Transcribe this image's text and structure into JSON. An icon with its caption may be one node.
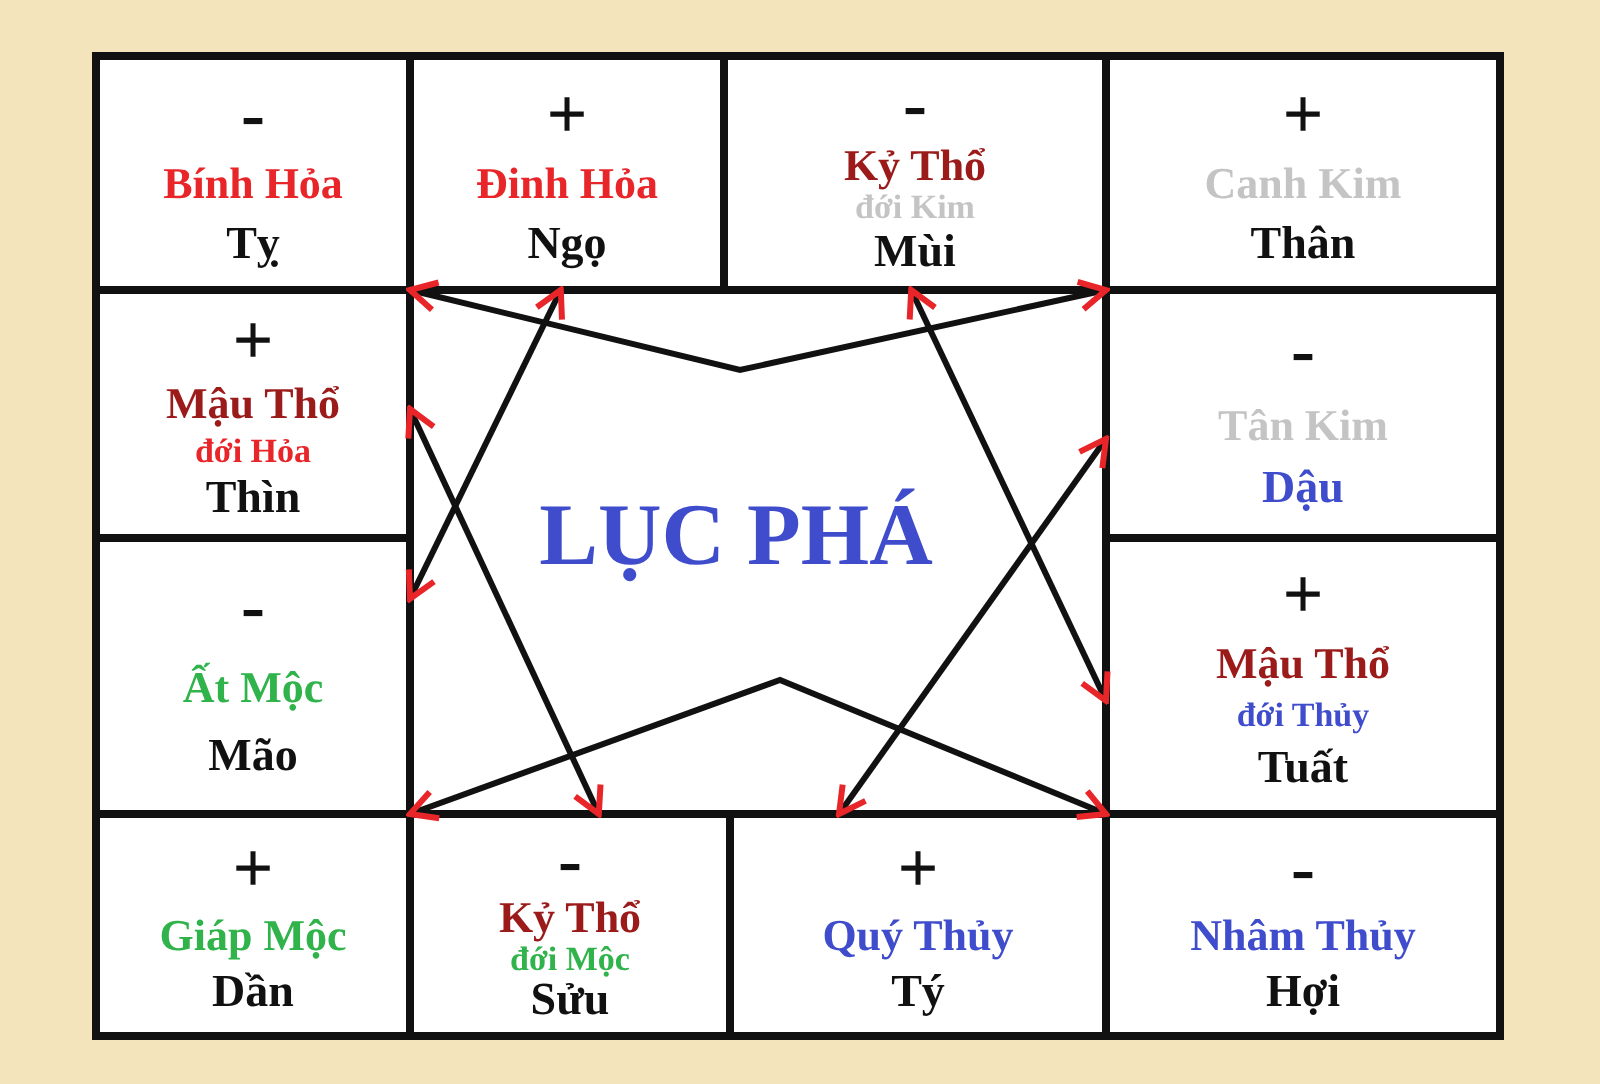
{
  "diagram": {
    "title": "LỤC PHÁ",
    "nodes": [
      {
        "text": [
          "-",
          "Bính Hỏa",
          "Tỵ"
        ]
      },
      {
        "text": [
          "+",
          "Đinh Hỏa",
          "Ngọ"
        ]
      },
      {
        "text": [
          "-",
          "Kỷ Thổ",
          "đới Kim",
          "Mùi"
        ]
      },
      {
        "text": [
          "+",
          "Canh Kim",
          "Thân"
        ]
      },
      {
        "text": [
          "+",
          "Mậu Thổ",
          "đới Hỏa",
          "Thìn"
        ]
      },
      {
        "text": [
          "-",
          "Tân Kim",
          "Dậu"
        ]
      },
      {
        "text": [
          "-",
          "Ất Mộc",
          "Mão"
        ]
      },
      {
        "text": [
          "+",
          "Mậu Thổ",
          "đới Thủy",
          "Tuất"
        ]
      },
      {
        "text": [
          "+",
          "Giáp Mộc",
          "Dần"
        ]
      },
      {
        "text": [
          "-",
          "Kỷ Thổ",
          "đới Mộc",
          "Sửu"
        ]
      },
      {
        "text": [
          "+",
          "Quý Thủy",
          "Tý"
        ]
      },
      {
        "text": [
          "-",
          "Nhâm Thủy",
          "Hợi"
        ]
      }
    ],
    "edges": [
      {
        "from": 0,
        "to": 3,
        "arrow": "both"
      },
      {
        "from": 1,
        "to": 6,
        "arrow": "both"
      },
      {
        "from": 2,
        "to": 7,
        "arrow": "both"
      },
      {
        "from": 4,
        "to": 9,
        "arrow": "both"
      },
      {
        "from": 5,
        "to": 10,
        "arrow": "both"
      },
      {
        "from": 8,
        "to": 11,
        "arrow": "both"
      }
    ]
  }
}
